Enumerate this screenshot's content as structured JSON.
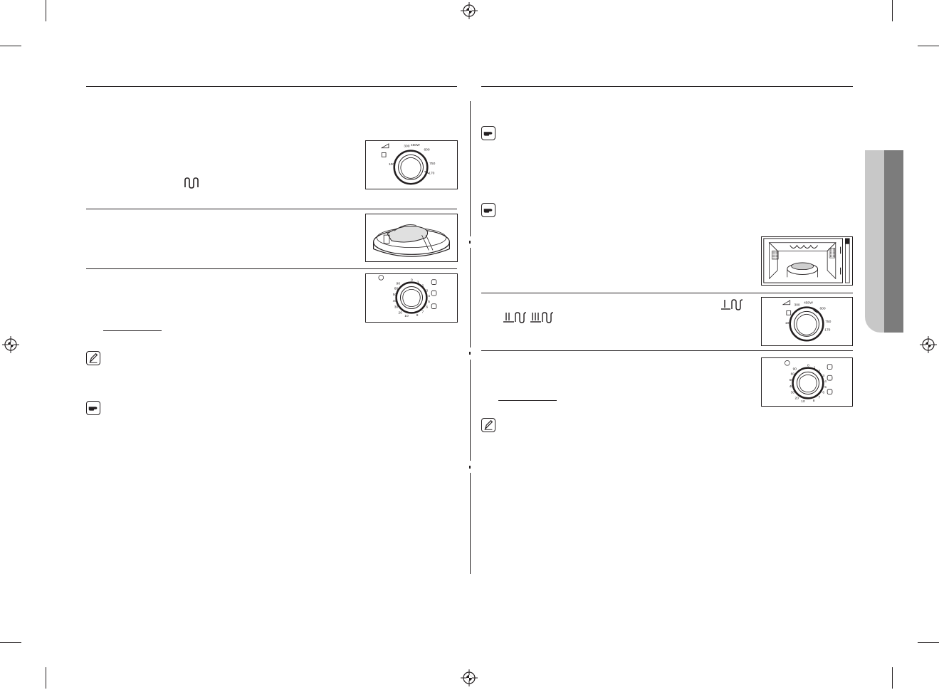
{
  "page": {
    "background": "#ffffff",
    "ink": "#231f20",
    "side_tab_colors": [
      "#c8c8c8",
      "#7c7c7c"
    ]
  },
  "dials": {
    "power": {
      "ticks": [
        "300",
        "450W",
        "600",
        "750",
        "100",
        "170"
      ],
      "icons": [
        "defrost-icon",
        "grill-icon",
        "combi-icon"
      ]
    },
    "timer": {
      "ticks": [
        "0",
        "1",
        "2",
        "3",
        "4",
        "5",
        "6",
        "7",
        "8",
        "10",
        "20",
        "30",
        "40",
        "50",
        "60",
        "90"
      ],
      "icons": [
        "clock-icon",
        "auto-program-icons"
      ]
    }
  },
  "icons": [
    "grill-symbol-icon",
    "combi-grill-symbol-icon",
    "note-hand-icon",
    "memo-pencil-icon",
    "registration-mark-icon"
  ]
}
